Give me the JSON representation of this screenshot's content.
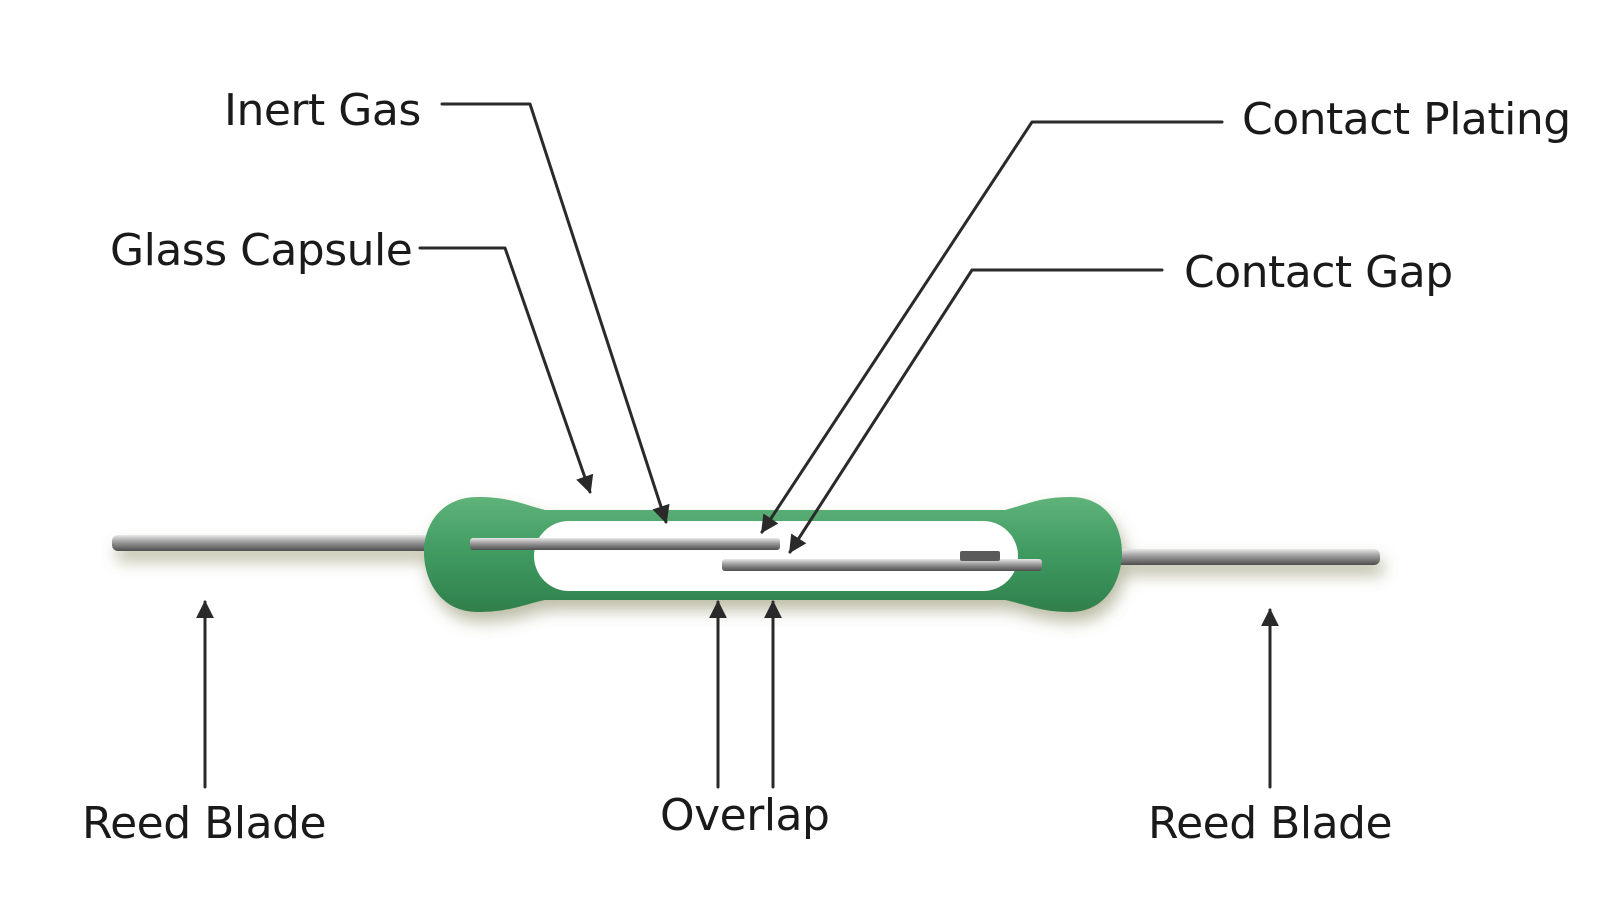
{
  "labels": {
    "inert_gas": "Inert Gas",
    "glass_capsule": "Glass Capsule",
    "contact_plating": "Contact Plating",
    "contact_gap": "Contact Gap",
    "reed_blade_left": "Reed Blade",
    "overlap": "Overlap",
    "reed_blade_right": "Reed Blade"
  },
  "colors": {
    "capsule_green": "#3f9a60",
    "capsule_green_light": "#4aa66a",
    "blade_metal": "#6b6b6b",
    "blade_highlight": "#e0e0e0",
    "leader_line": "#2a2a2a",
    "text": "#1a1a1a",
    "background": "#ffffff"
  }
}
